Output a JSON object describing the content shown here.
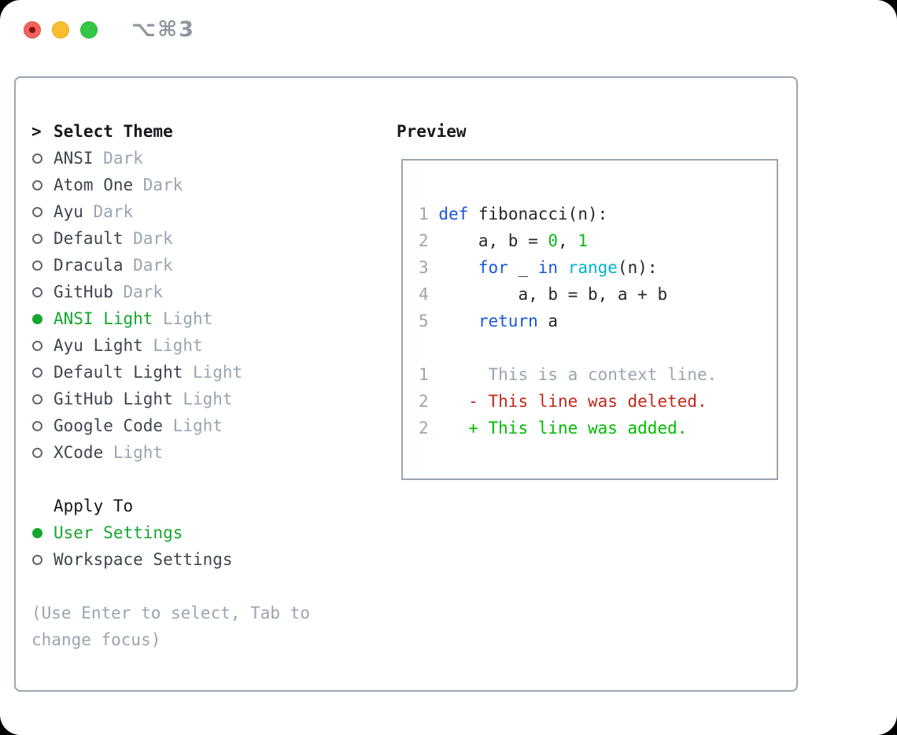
{
  "window": {
    "shortcut": "⌥⌘3",
    "traffic_lights": [
      "close",
      "minimize",
      "zoom"
    ]
  },
  "icons": {
    "radio_unselected": "○",
    "radio_selected": "●",
    "prompt": ">"
  },
  "colors": {
    "c-header": "#16191d",
    "c-item": "#3f4650",
    "c-muted": "#9aa5b1",
    "c-green": "#14a62e",
    "c-green-bright": "#00bc00",
    "c-red": "#c2281c",
    "c-blue": "#1b57db",
    "c-cyan": "#00b5c8",
    "c-numlit": "#0fb31f",
    "c-code": "#24292e",
    "c-border": "#9ba4af",
    "c-shortcut": "#8f969f",
    "c-tl-red": "#f4615a",
    "c-tl-yellow": "#fbbd2d",
    "c-tl-green": "#33c748"
  },
  "theme_panel": {
    "prompt": ">",
    "title": "Select Theme",
    "items": [
      {
        "name": "ANSI",
        "tag": "Dark",
        "selected": false
      },
      {
        "name": "Atom One",
        "tag": "Dark",
        "selected": false
      },
      {
        "name": "Ayu",
        "tag": "Dark",
        "selected": false
      },
      {
        "name": "Default",
        "tag": "Dark",
        "selected": false
      },
      {
        "name": "Dracula",
        "tag": "Dark",
        "selected": false
      },
      {
        "name": "GitHub",
        "tag": "Dark",
        "selected": false
      },
      {
        "name": "ANSI Light",
        "tag": "Light",
        "selected": true
      },
      {
        "name": "Ayu Light",
        "tag": "Light",
        "selected": false
      },
      {
        "name": "Default Light",
        "tag": "Light",
        "selected": false
      },
      {
        "name": "GitHub Light",
        "tag": "Light",
        "selected": false
      },
      {
        "name": "Google Code",
        "tag": "Light",
        "selected": false
      },
      {
        "name": "XCode",
        "tag": "Light",
        "selected": false
      }
    ],
    "apply_title": "Apply To",
    "apply_options": [
      {
        "label": "User Settings",
        "selected": true
      },
      {
        "label": "Workspace Settings",
        "selected": false
      }
    ],
    "hint": [
      "(Use Enter to select, Tab to",
      "change focus)"
    ]
  },
  "preview": {
    "title": "Preview",
    "lines": [
      {
        "tokens": [
          {
            "t": "1",
            "c": "ln"
          },
          {
            "t": " ",
            "c": "plain"
          },
          {
            "t": "def",
            "c": "kw"
          },
          {
            "t": " fibonacci(n):",
            "c": "plain"
          }
        ]
      },
      {
        "tokens": [
          {
            "t": "2",
            "c": "ln"
          },
          {
            "t": "     a, b = ",
            "c": "plain"
          },
          {
            "t": "0",
            "c": "num"
          },
          {
            "t": ", ",
            "c": "plain"
          },
          {
            "t": "1",
            "c": "num"
          }
        ]
      },
      {
        "tokens": [
          {
            "t": "3",
            "c": "ln"
          },
          {
            "t": "     ",
            "c": "plain"
          },
          {
            "t": "for",
            "c": "kw"
          },
          {
            "t": " _ ",
            "c": "plain"
          },
          {
            "t": "in",
            "c": "kw"
          },
          {
            "t": " ",
            "c": "plain"
          },
          {
            "t": "range",
            "c": "builtin"
          },
          {
            "t": "(n):",
            "c": "plain"
          }
        ]
      },
      {
        "tokens": [
          {
            "t": "4",
            "c": "ln"
          },
          {
            "t": "         a, b = b, a + b",
            "c": "plain"
          }
        ]
      },
      {
        "tokens": [
          {
            "t": "5",
            "c": "ln"
          },
          {
            "t": "     ",
            "c": "plain"
          },
          {
            "t": "return",
            "c": "kw"
          },
          {
            "t": " a",
            "c": "plain"
          }
        ]
      }
    ],
    "diff_lines": [
      {
        "tokens": [
          {
            "t": "1",
            "c": "ln"
          },
          {
            "t": "      This is a context line.",
            "c": "ctx"
          }
        ]
      },
      {
        "tokens": [
          {
            "t": "2",
            "c": "ln"
          },
          {
            "t": "    ",
            "c": "plain"
          },
          {
            "t": "- This line was deleted.",
            "c": "del"
          }
        ]
      },
      {
        "tokens": [
          {
            "t": "2",
            "c": "ln"
          },
          {
            "t": "    ",
            "c": "plain"
          },
          {
            "t": "+ This line was added.",
            "c": "add"
          }
        ]
      }
    ]
  }
}
